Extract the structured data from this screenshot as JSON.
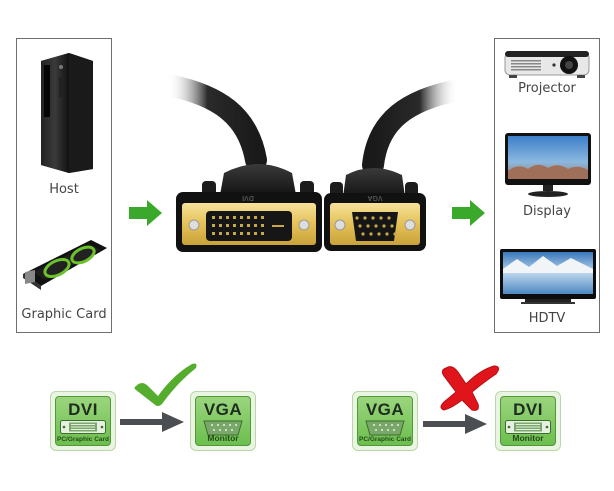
{
  "sources": {
    "items": [
      {
        "label": "Host",
        "icon": "desktop-tower-icon"
      },
      {
        "label": "Graphic Card",
        "icon": "graphics-card-icon"
      }
    ]
  },
  "cable": {
    "left_connector": {
      "type": "DVI",
      "engraving": "DVI"
    },
    "right_connector": {
      "type": "VGA",
      "engraving": "VGA"
    }
  },
  "outputs": {
    "items": [
      {
        "label": "Projector",
        "icon": "projector-icon"
      },
      {
        "label": "Display",
        "icon": "monitor-icon"
      },
      {
        "label": "HDTV",
        "icon": "tv-icon"
      }
    ]
  },
  "compatibility": [
    {
      "status": "supported",
      "status_icon": "checkmark-icon",
      "status_color": "#55ad2e",
      "from": {
        "title": "DVI",
        "subtitle": "PC/Graphic Card"
      },
      "to": {
        "title": "VGA",
        "subtitle": "Monitor"
      }
    },
    {
      "status": "not-supported",
      "status_icon": "cross-icon",
      "status_color": "#e0141b",
      "from": {
        "title": "VGA",
        "subtitle": "PC/Graphic Card"
      },
      "to": {
        "title": "DVI",
        "subtitle": "Monitor"
      }
    }
  ],
  "colors": {
    "flow_arrow": "#3aa82a",
    "badge_green": "#7cc75c",
    "direction_arrow": "#4b4f53",
    "gold": "#e6c35a"
  }
}
